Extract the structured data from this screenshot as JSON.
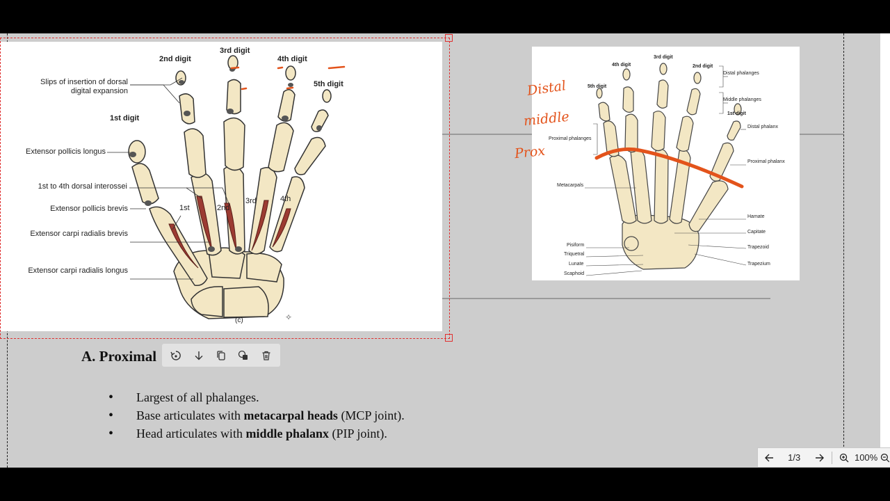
{
  "left_figure": {
    "labels": {
      "digit2": "2nd digit",
      "digit3": "3rd digit",
      "digit4": "4th digit",
      "digit5": "5th digit",
      "digit1": "1st digit",
      "slips_line1": "Slips of insertion of dorsal",
      "slips_line2": "digital expansion",
      "epl": "Extensor pollicis longus",
      "interossei": "1st to 4th dorsal interossei",
      "epb": "Extensor pollicis brevis",
      "ecrb": "Extensor carpi radialis brevis",
      "ecrl": "Extensor carpi radialis longus",
      "i1": "1st",
      "i2": "2nd",
      "i3": "3rd",
      "i4": "4th",
      "caption": "(c)"
    }
  },
  "right_figure": {
    "labels": {
      "digit3": "3rd digit",
      "digit4": "4th digit",
      "digit2": "2nd digit",
      "digit5": "5th digit",
      "digit1": "1st digit",
      "distal_phalanges": "Distal phalanges",
      "middle_phalanges": "Middle phalanges",
      "distal_phalanx": "Distal phalanx",
      "proximal_phalanges": "Proximal phalanges",
      "proximal_phalanx": "Proximal phalanx",
      "metacarpals": "Metacarpals",
      "hamate": "Hamate",
      "capitate": "Capitate",
      "pisiform": "Pisiform",
      "trapezoid": "Trapezoid",
      "triquetral": "Triquetral",
      "lunate": "Lunate",
      "trapezium": "Trapezium",
      "scaphoid": "Scaphoid"
    },
    "handwriting": {
      "distal": "Distal",
      "middle": "middle",
      "prox": "Prox"
    }
  },
  "toolbar": {
    "icons": [
      "rotate-icon",
      "download-icon",
      "copy-icon",
      "replace-icon",
      "trash-icon"
    ]
  },
  "content": {
    "heading": "A. Proximal",
    "bullets": [
      {
        "pre": "Largest of all phalanges.",
        "bold": "",
        "post": ""
      },
      {
        "pre": "Base articulates with ",
        "bold": "metacarpal heads",
        "post": " (MCP joint)."
      },
      {
        "pre": "Head articulates with ",
        "bold": "middle phalanx",
        "post": " (PIP joint)."
      }
    ]
  },
  "statusbar": {
    "page": "1/3",
    "zoom": "100%"
  },
  "colors": {
    "annotation": "#e3531b",
    "bone": "#f3e7c4",
    "muscle": "#9c3b32",
    "selection": "#e03030"
  }
}
